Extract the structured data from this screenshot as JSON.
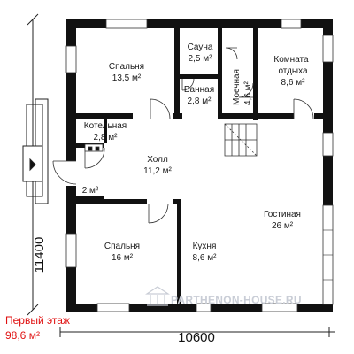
{
  "rooms": {
    "bedroom_top": {
      "name": "Спальня",
      "area": "13,5 м²"
    },
    "sauna": {
      "name": "Сауна",
      "area": "2,5 м²"
    },
    "bathroom": {
      "name": "Ванная",
      "area": "2,8 м²"
    },
    "washroom": {
      "name": "Моечная",
      "area": "4,6 м²"
    },
    "lounge": {
      "name_line1": "Комната",
      "name_line2": "отдыха",
      "area": "8,6 м²"
    },
    "boiler": {
      "name": "Котельная",
      "area": "2,8 м²"
    },
    "hall": {
      "name": "Холл",
      "area": "11,2 м²"
    },
    "closet": {
      "area": "2 м²"
    },
    "living": {
      "name": "Гостиная",
      "area": "26 м²"
    },
    "bedroom_bottom": {
      "name": "Спальня",
      "area": "16 м²"
    },
    "kitchen": {
      "name": "Кухня",
      "area": "8,6 м²"
    }
  },
  "dimensions": {
    "width": "10600",
    "height": "11400"
  },
  "floor": {
    "title": "Первый этаж",
    "area": "98,6 м²"
  },
  "watermark": {
    "text": "PARTHENON-HOUSE.RU"
  },
  "colors": {
    "wall": "#111111",
    "window": "#ffffff",
    "floor_label": "#e01010",
    "watermark": "#c9cdd6"
  }
}
